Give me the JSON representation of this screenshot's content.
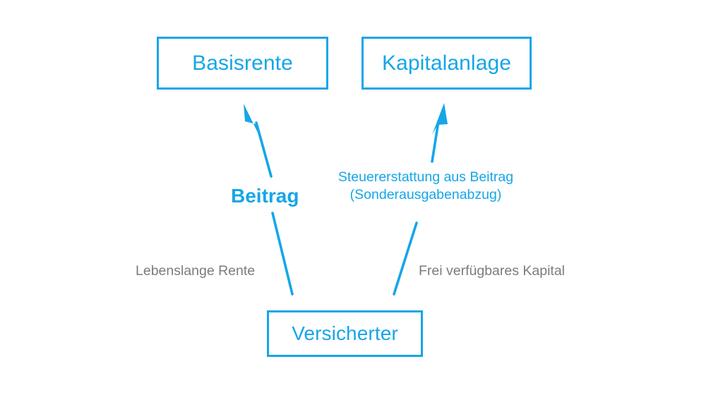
{
  "diagram": {
    "title_text": "",
    "background_color": "#ffffff",
    "accent_color": "#15A6E8",
    "muted_color": "#7C7C7C",
    "nodes": [
      {
        "id": "basisrente",
        "label": "Basisrente"
      },
      {
        "id": "kapitalanlage",
        "label": "Kapitalanlage"
      },
      {
        "id": "versicherter",
        "label": "Versicherter"
      }
    ],
    "edge_labels": {
      "beitrag": "Beitrag",
      "steuererstattung_line1": "Steuererstattung aus Beitrag",
      "steuererstattung_line2": "(Sonderausgabenabzug)",
      "lebenslange_rente": "Lebenslange Rente",
      "frei_verfuegbares_kapital": "Frei verfügbares Kapital"
    },
    "edges": [
      {
        "id": "versicherter-to-basisrente",
        "from": "versicherter",
        "to": "basisrente",
        "label": "Beitrag",
        "secondary_label": "Lebenslange Rente",
        "arrow": "up-left",
        "color": "#15A6E8"
      },
      {
        "id": "versicherter-to-kapitalanlage",
        "from": "versicherter",
        "to": "kapitalanlage",
        "label": "Steuererstattung aus Beitrag (Sonderausgabenabzug)",
        "secondary_label": "Frei verfügbares Kapital",
        "arrow": "up-right",
        "color": "#15A6E8"
      }
    ]
  }
}
